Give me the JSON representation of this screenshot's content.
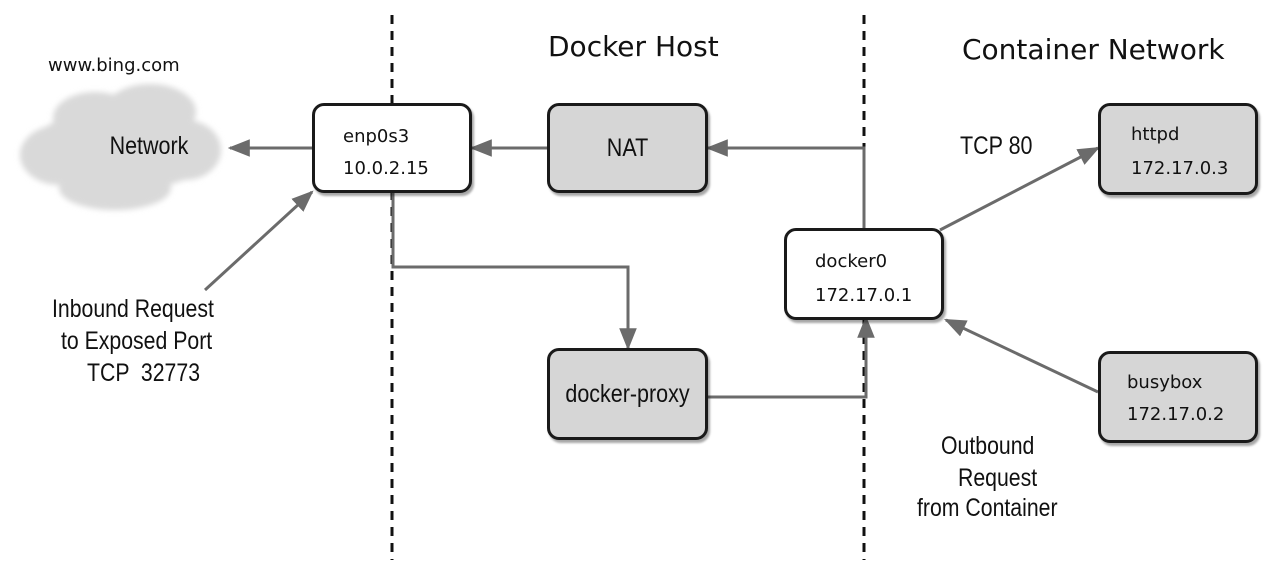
{
  "regions": {
    "docker_host": "Docker Host",
    "container_network": "Container Network"
  },
  "external": {
    "url": "www.bing.com",
    "network": "Network"
  },
  "nodes": {
    "enp0s3": {
      "name": "enp0s3",
      "ip": "10.0.2.15"
    },
    "nat": {
      "name": "NAT"
    },
    "docker_proxy": {
      "name": "docker-proxy"
    },
    "docker0": {
      "name": "docker0",
      "ip": "172.17.0.1"
    },
    "httpd": {
      "name": "httpd",
      "ip": "172.17.0.3"
    },
    "busybox": {
      "name": "busybox",
      "ip": "172.17.0.2"
    }
  },
  "annotations": {
    "tcp80": "TCP 80",
    "inbound": [
      "Inbound Request",
      "to Exposed Port",
      "TCP  32773"
    ],
    "outbound": [
      "Outbound",
      "Request",
      "from Container"
    ]
  },
  "colors": {
    "box_fill": "#d6d6d6",
    "cloud_fill": "#d9d9d9",
    "arrow": "#6b6b6b",
    "border": "#1a1a1a"
  }
}
